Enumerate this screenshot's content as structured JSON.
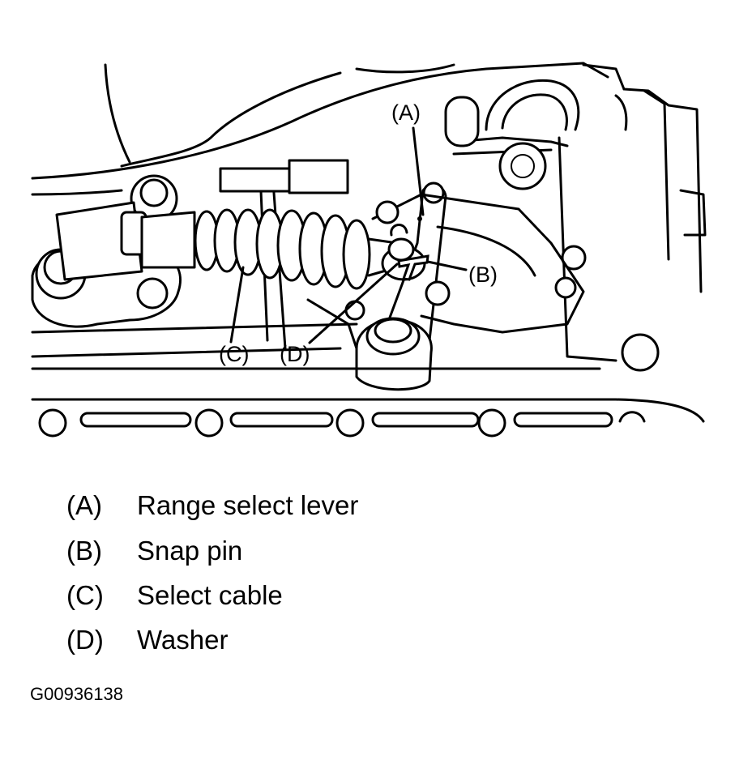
{
  "callouts": {
    "a": "(A)",
    "b": "(B)",
    "c": "(C)",
    "d": "(D)"
  },
  "legend": [
    {
      "key": "(A)",
      "description": "Range select lever"
    },
    {
      "key": "(B)",
      "description": "Snap pin"
    },
    {
      "key": "(C)",
      "description": "Select cable"
    },
    {
      "key": "(D)",
      "description": "Washer"
    }
  ],
  "figure_id": "G00936138"
}
